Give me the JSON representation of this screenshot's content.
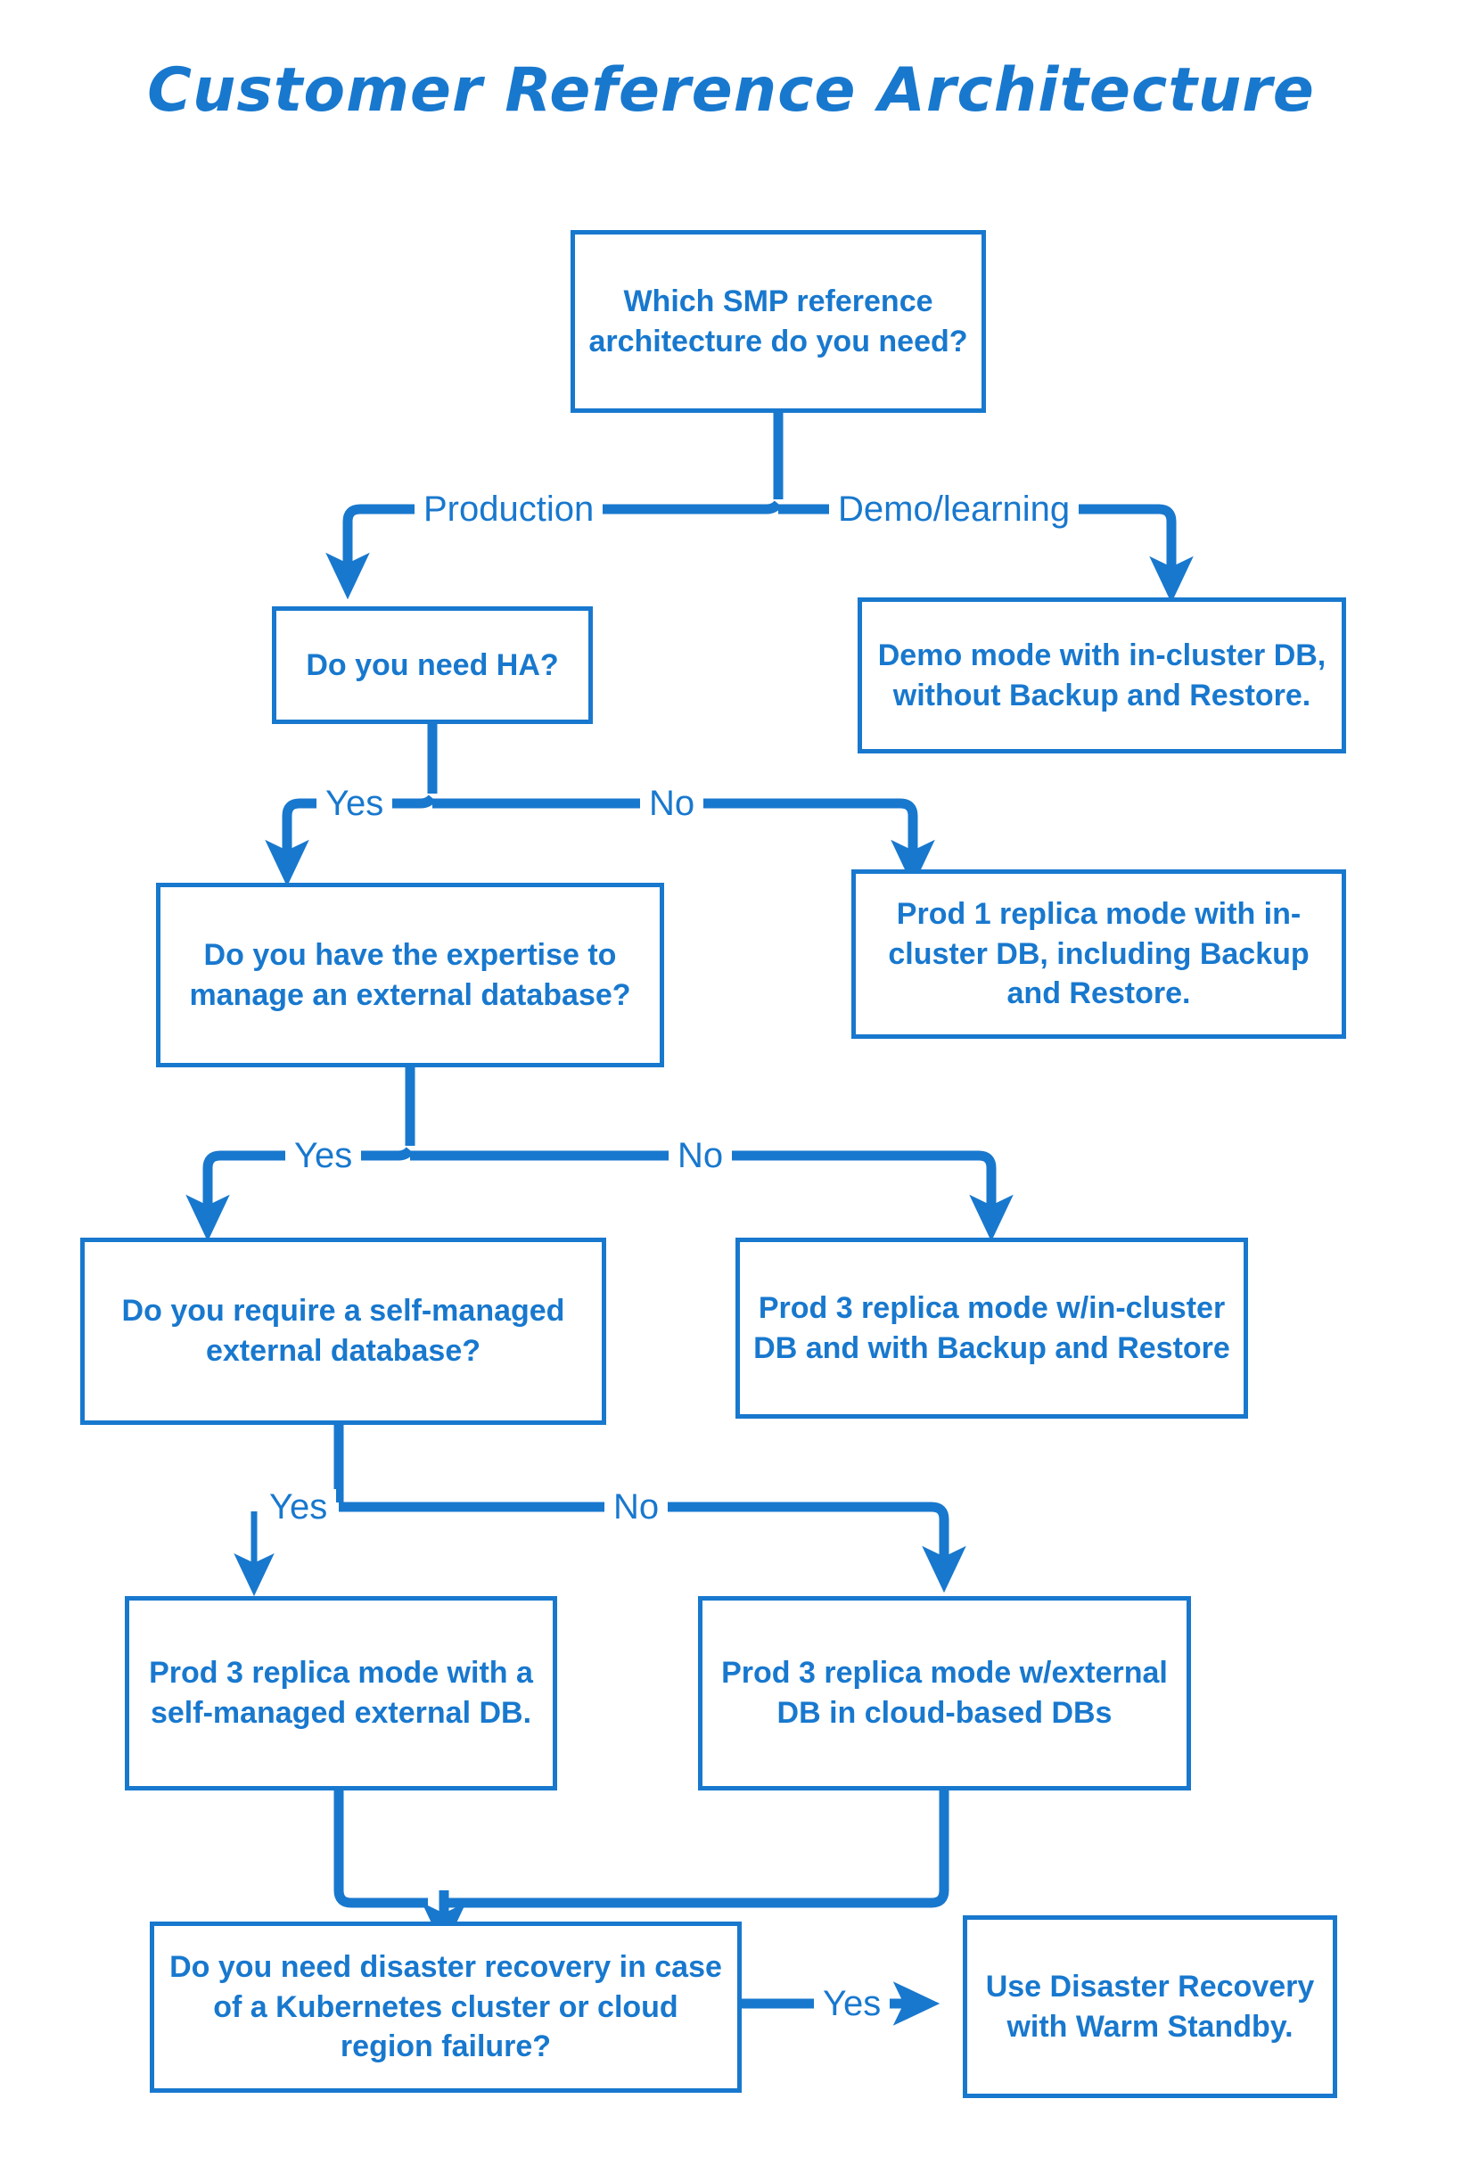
{
  "page": {
    "title": "Customer Reference Architecture",
    "background_color": "#ffffff",
    "accent_color": "#1878CE"
  },
  "diagram": {
    "type": "flowchart",
    "nodes": [
      {
        "id": "q-root",
        "kind": "decision",
        "text": "Which SMP reference architecture do you need?",
        "font_size": 34
      },
      {
        "id": "q-ha",
        "kind": "decision",
        "text": "Do you need HA?",
        "font_size": 34
      },
      {
        "id": "r-demo",
        "kind": "result",
        "text": "Demo mode with in-cluster DB, without Backup and Restore.",
        "font_size": 34
      },
      {
        "id": "q-expertise",
        "kind": "decision",
        "text": "Do you have the expertise to manage an external database?",
        "font_size": 34
      },
      {
        "id": "r-prod1",
        "kind": "result",
        "text": "Prod 1 replica mode with in-cluster DB, including Backup and Restore.",
        "font_size": 34
      },
      {
        "id": "q-selfmanaged",
        "kind": "decision",
        "text": "Do you require a self-managed external database?",
        "font_size": 34
      },
      {
        "id": "r-prod3-incluster",
        "kind": "result",
        "text": "Prod 3 replica mode w/in-cluster DB and with Backup and Restore",
        "font_size": 34
      },
      {
        "id": "r-prod3-self",
        "kind": "result",
        "text": "Prod 3 replica mode with a self-managed external DB.",
        "font_size": 34
      },
      {
        "id": "r-prod3-cloud",
        "kind": "result",
        "text": "Prod 3 replica mode w/external DB in cloud-based DBs",
        "font_size": 34
      },
      {
        "id": "q-dr",
        "kind": "decision",
        "text": "Do you need disaster recovery in case of a Kubernetes cluster or cloud region failure?",
        "font_size": 34
      },
      {
        "id": "r-dr",
        "kind": "result",
        "text": "Use Disaster Recovery with Warm Standby.",
        "font_size": 34
      }
    ],
    "edge_labels": {
      "production": "Production",
      "demo_learning": "Demo/learning",
      "ha_yes": "Yes",
      "ha_no": "No",
      "expertise_yes": "Yes",
      "expertise_no": "No",
      "selfmanaged_yes": "Yes",
      "selfmanaged_no": "No",
      "dr_yes": "Yes"
    }
  }
}
